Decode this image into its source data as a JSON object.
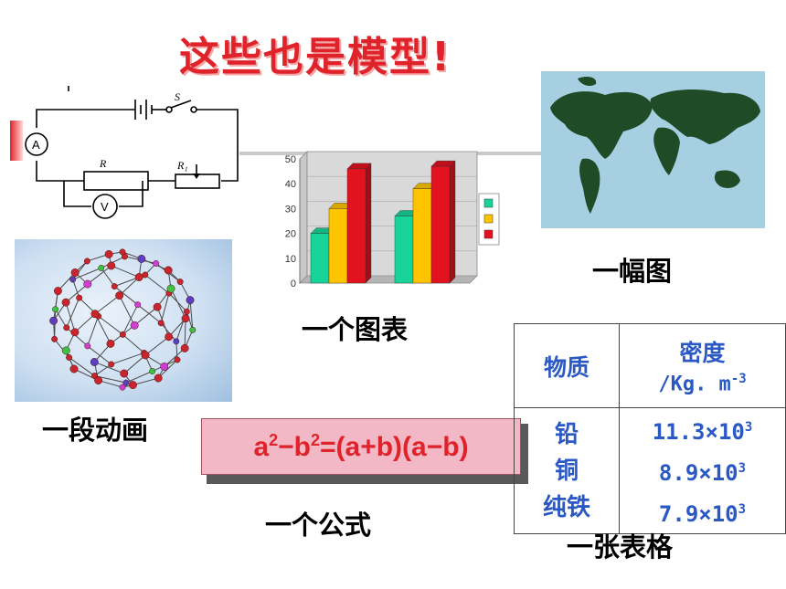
{
  "title": "这些也是模型!",
  "captions": {
    "chart": "一个图表",
    "map": "一幅图",
    "animation": "一段动画",
    "formula": "一个公式",
    "table": "一张表格"
  },
  "circuit": {
    "switch_label": "S",
    "ammeter_label": "A",
    "resistor_label": "R",
    "rheostat_label": "R₁",
    "voltmeter_label": "V"
  },
  "formula": {
    "a": "a",
    "exp_a": "2",
    "minus": "−b",
    "exp_b": "2",
    "rhs": "=(a+b)(a−b)"
  },
  "density_table": {
    "col1_header": "物质",
    "col2_header_line1": "密度",
    "col2_header_unit": "/Kg. m",
    "col2_header_exp": "-3",
    "rows": [
      {
        "material": "铅",
        "mantissa": "11.3×10",
        "exp": "3"
      },
      {
        "material": "铜",
        "mantissa": "8.9×10",
        "exp": "3"
      },
      {
        "material": "纯铁",
        "mantissa": "7.9×10",
        "exp": "3"
      }
    ]
  },
  "chart_data": {
    "type": "bar",
    "categories": [
      "",
      ""
    ],
    "series": [
      {
        "values": [
          20,
          27
        ],
        "color": "#18d49a"
      },
      {
        "values": [
          30,
          38
        ],
        "color": "#ffc400"
      },
      {
        "values": [
          46,
          47
        ],
        "color": "#e2121e"
      }
    ],
    "ylim": [
      0,
      50
    ],
    "yticks": [
      "0",
      "10",
      "20",
      "30",
      "40",
      "50"
    ],
    "legend_placement": "right",
    "title": "",
    "xlabel": "",
    "ylabel": ""
  }
}
